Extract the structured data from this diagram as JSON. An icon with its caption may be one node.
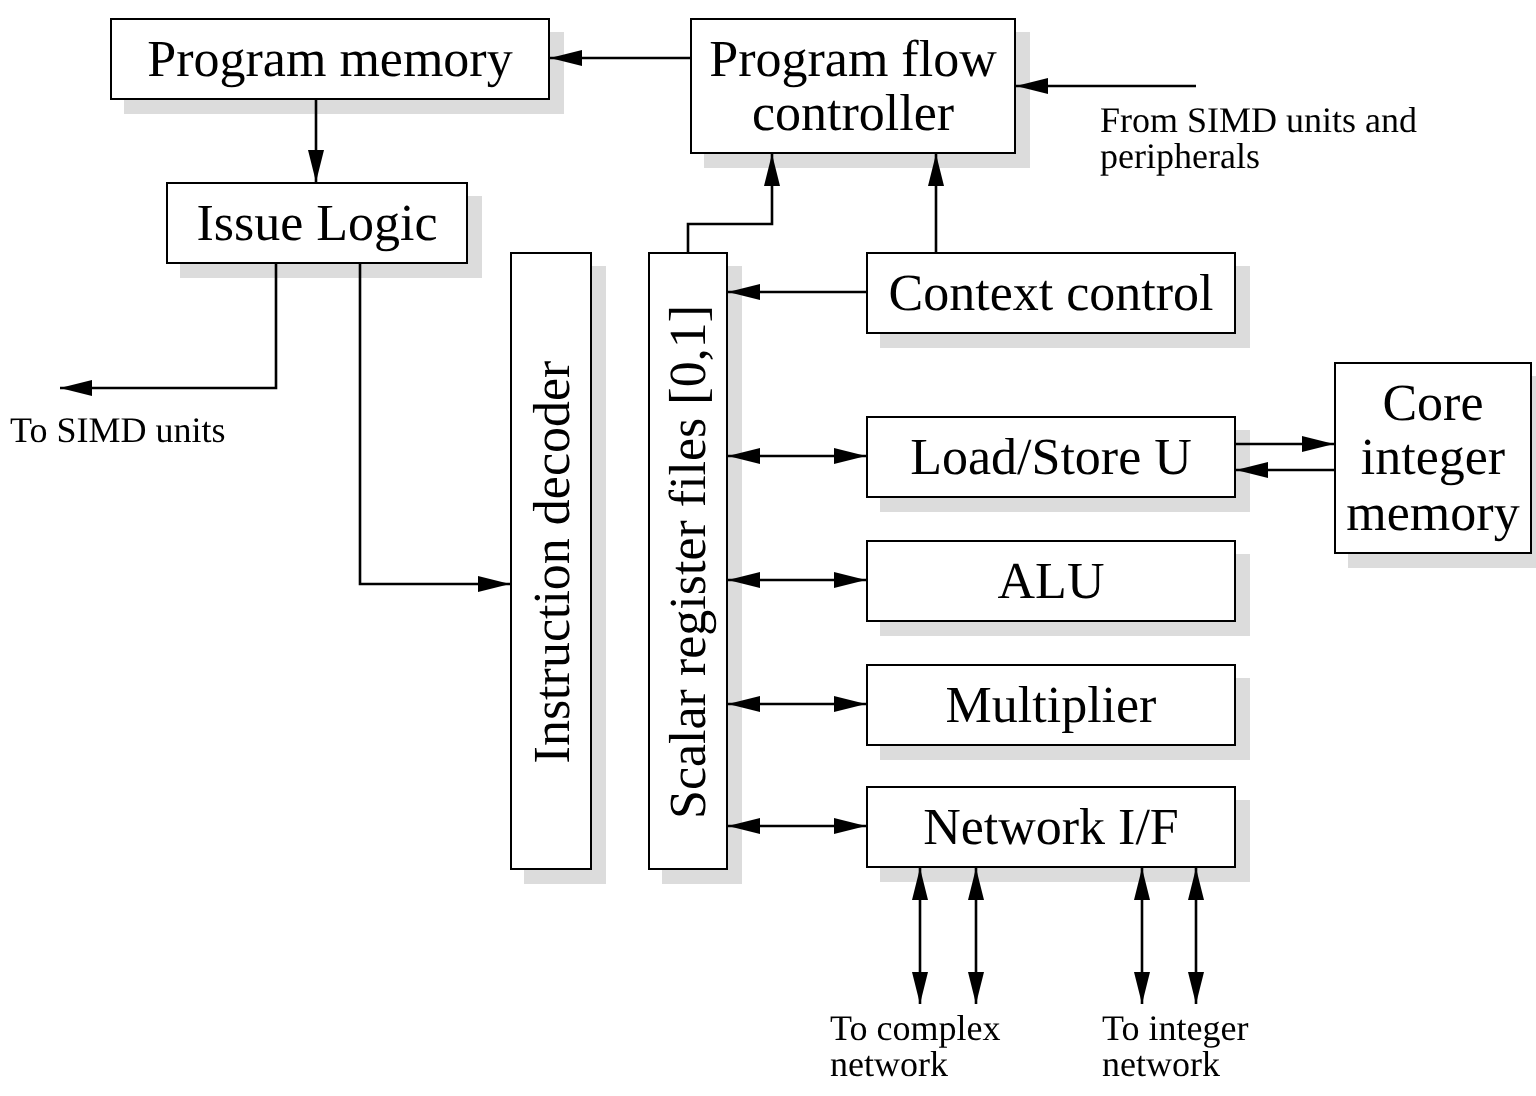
{
  "diagram": {
    "nodes": [
      {
        "text": [
          "Program memory"
        ]
      },
      {
        "text": [
          "Program flow controller"
        ]
      },
      {
        "text": [
          "Issue Logic"
        ]
      },
      {
        "text": [
          "Instruction decoder"
        ]
      },
      {
        "text": [
          "Scalar register files [0,1]"
        ]
      },
      {
        "text": [
          "Context control"
        ]
      },
      {
        "text": [
          "Load/Store U"
        ]
      },
      {
        "text": [
          "Core integer memory"
        ]
      },
      {
        "text": [
          "ALU"
        ]
      },
      {
        "text": [
          "Multiplier"
        ]
      },
      {
        "text": [
          "Network I/F"
        ]
      },
      {
        "text": [
          "To SIMD units"
        ]
      },
      {
        "text": [
          "From SIMD units and peripherals"
        ]
      },
      {
        "text": [
          "To complex network"
        ]
      },
      {
        "text": [
          "To integer network"
        ]
      }
    ],
    "edges": [
      {
        "from": 1,
        "to": 0,
        "arrow": "to"
      },
      {
        "from": 0,
        "to": 2,
        "arrow": "to"
      },
      {
        "from": 2,
        "to": 11,
        "arrow": "to"
      },
      {
        "from": 2,
        "to": 3,
        "arrow": "to"
      },
      {
        "from": 4,
        "to": 1,
        "arrow": "to"
      },
      {
        "from": 5,
        "to": 1,
        "arrow": "to"
      },
      {
        "from": 5,
        "to": 4,
        "arrow": "to"
      },
      {
        "from": 12,
        "to": 1,
        "arrow": "to"
      },
      {
        "from": 4,
        "to": 6,
        "arrow": "both"
      },
      {
        "from": 4,
        "to": 8,
        "arrow": "both"
      },
      {
        "from": 4,
        "to": 9,
        "arrow": "both"
      },
      {
        "from": 4,
        "to": 10,
        "arrow": "both"
      },
      {
        "from": 6,
        "to": 7,
        "arrow": "to"
      },
      {
        "from": 7,
        "to": 6,
        "arrow": "to"
      },
      {
        "from": 10,
        "to": 13,
        "arrow": "both"
      },
      {
        "from": 10,
        "to": 13,
        "arrow": "both"
      },
      {
        "from": 10,
        "to": 14,
        "arrow": "both"
      },
      {
        "from": 10,
        "to": 14,
        "arrow": "both"
      }
    ]
  }
}
